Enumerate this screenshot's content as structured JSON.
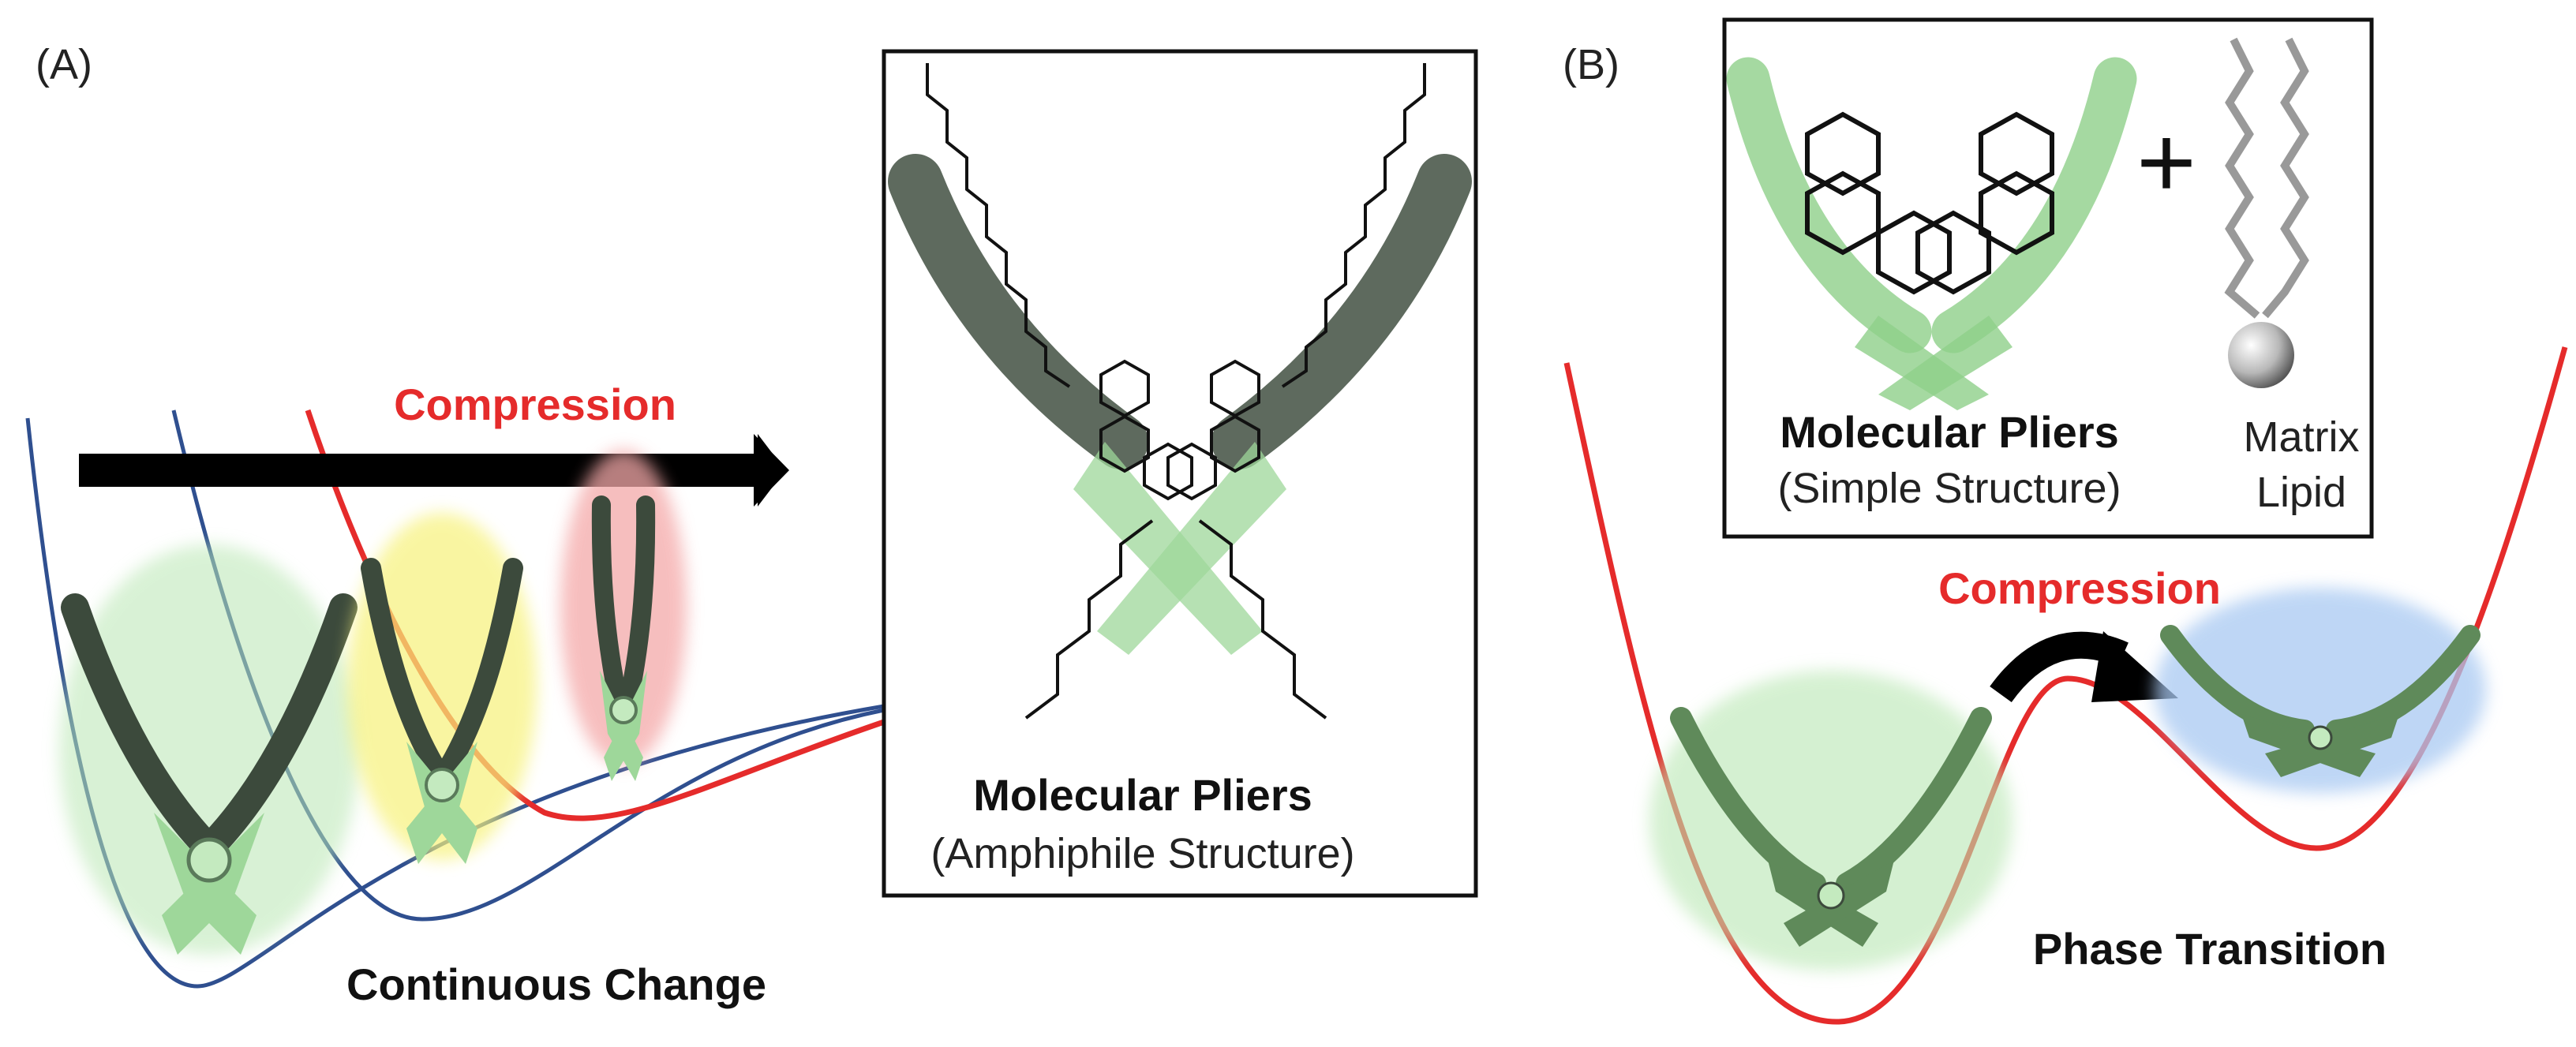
{
  "panels": {
    "a": {
      "letter": "(A)",
      "arrow_label": "Compression",
      "bottom_label": "Continuous Change",
      "box_title": "Molecular Pliers",
      "box_subtitle": "(Amphiphile Structure)"
    },
    "b": {
      "letter": "(B)",
      "inset_title": "Molecular Pliers",
      "inset_subtitle": "(Simple Structure)",
      "plus_symbol": "+",
      "lipid_label_line1": "Matrix",
      "lipid_label_line2": "Lipid",
      "arrow_label": "Compression",
      "bottom_label": "Phase Transition"
    }
  },
  "colors": {
    "potential_red": "#e52b2b",
    "potential_blue": "#2f4f8f",
    "pliers_green": "#8fd08a",
    "pliers_dark": "#3c4a3c",
    "glow_yellow": "#f4ee6a",
    "glow_red": "#f2a4a4",
    "glow_blue": "#9fc3ef",
    "arrow_black": "#000000"
  },
  "icons": [
    "pliers-icon",
    "lipid-icon",
    "molecule-structure"
  ]
}
